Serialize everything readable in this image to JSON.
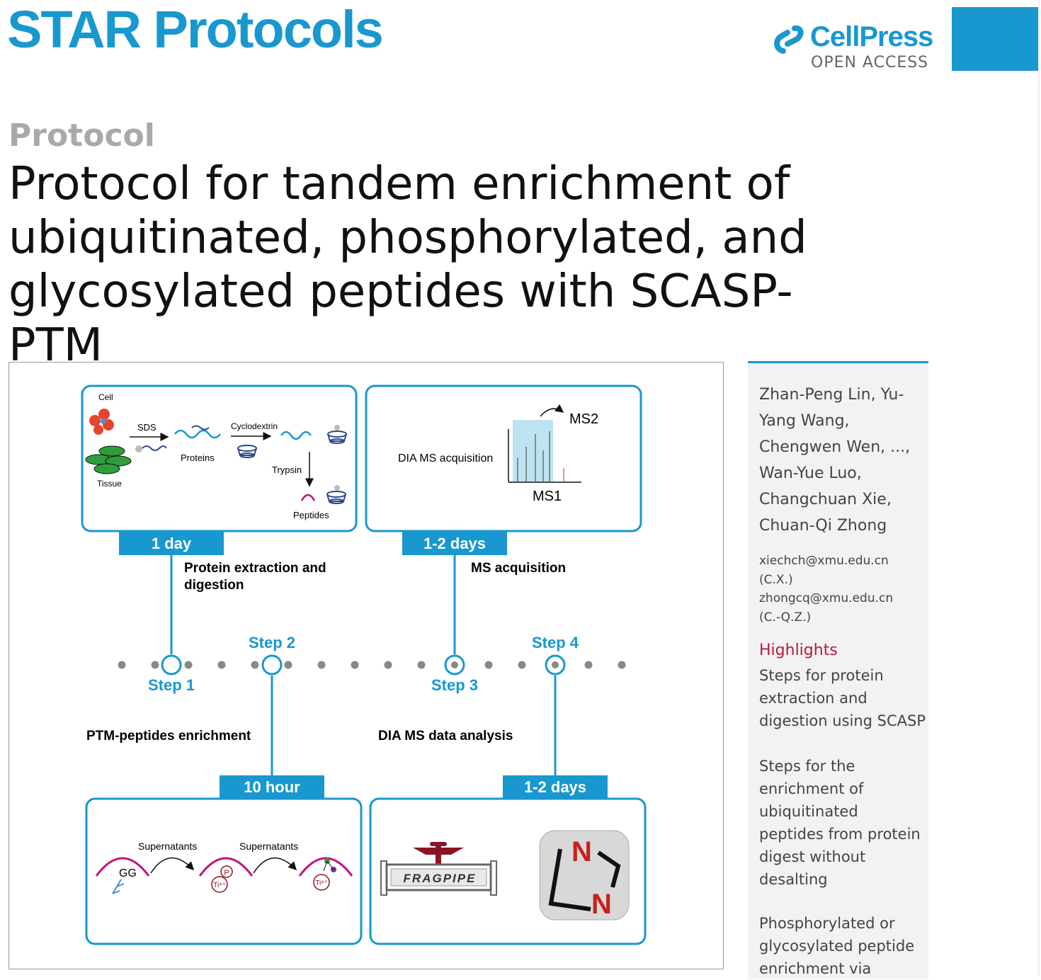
{
  "header": {
    "journal": "STAR Protocols",
    "publisher": "CellPress",
    "access": "OPEN ACCESS",
    "brand_color": "#1898cf"
  },
  "article": {
    "type_label": "Protocol",
    "title_lines": [
      "Protocol for tandem enrichment of",
      "ubiquitinated, phosphorylated, and",
      "glycosylated peptides with SCASP-PTM"
    ]
  },
  "sidebar": {
    "authors": [
      "Zhan-Peng Lin, Yu-",
      "Yang Wang,",
      "Chengwen Wen, ...,",
      "Wan-Yue Luo,",
      "Changchuan Xie,",
      "Chuan-Qi Zhong"
    ],
    "emails": [
      "xiechch@xmu.edu.cn",
      "(C.X.)",
      "zhongcq@xmu.edu.cn",
      "(C.-Q.Z.)"
    ],
    "highlights_title": "Highlights",
    "highlights": [
      [
        "Steps for protein",
        "extraction and",
        "digestion using SCASP"
      ],
      [
        "Steps for the",
        "enrichment of",
        "ubiquitinated",
        "peptides from protein",
        "digest without",
        "desalting"
      ],
      [
        "Phosphorylated or",
        "glycosylated peptide",
        "enrichment via"
      ]
    ]
  },
  "graphic": {
    "box1": {
      "cell": "Cell",
      "tissue": "Tissue",
      "sds": "SDS",
      "proteins": "Proteins",
      "cyclodextrin": "Cyclodextrin",
      "trypsin": "Trypsin",
      "peptides": "Peptides",
      "duration": "1 day"
    },
    "box2": {
      "dia": "DIA MS acquisition",
      "ms2": "MS2",
      "ms1": "MS1",
      "duration": "1-2 days"
    },
    "box3": {
      "sup1": "Supernatants",
      "sup2": "Supernatants",
      "gg": "GG",
      "p": "P",
      "ti1": "Ti⁴⁺",
      "ti2": "Ti⁴⁺",
      "duration": "10 hour"
    },
    "box4": {
      "fragpipe": "FRAGPIPE",
      "duration": "1-2 days"
    },
    "steps": [
      "Step 1",
      "Step 2",
      "Step 3",
      "Step 4"
    ],
    "desc1": [
      "Protein extraction and",
      "digestion"
    ],
    "desc2": "MS acquisition",
    "desc3": "PTM-peptides enrichment",
    "desc4": "DIA MS data analysis",
    "colors": {
      "blue": "#1898cf",
      "magenta": "#c4127a",
      "green": "#2e9e3d",
      "red": "#e4452b",
      "navy": "#2c4a8a",
      "maroon": "#8a1423",
      "gray": "#888888"
    }
  }
}
